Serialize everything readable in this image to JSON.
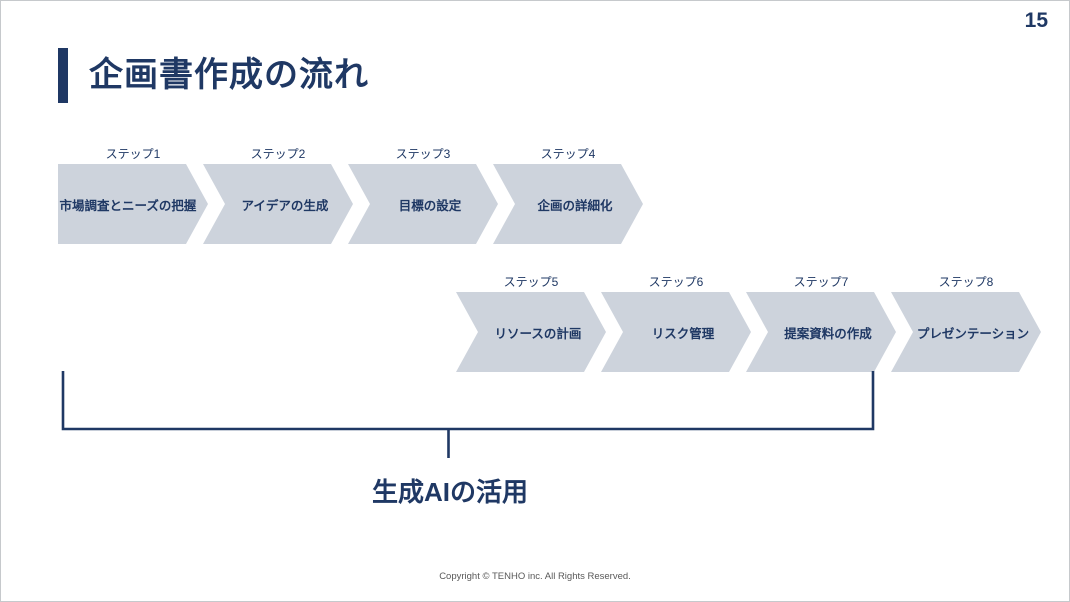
{
  "slide": {
    "page_number": "15",
    "title": "企画書作成の流れ",
    "footer": "Copyright © TENHO inc. All Rights Reserved."
  },
  "flow": {
    "steps": [
      {
        "label": "ステップ1",
        "text": "市場調査とニーズの把握"
      },
      {
        "label": "ステップ2",
        "text": "アイデアの生成"
      },
      {
        "label": "ステップ3",
        "text": "目標の設定"
      },
      {
        "label": "ステップ4",
        "text": "企画の詳細化"
      },
      {
        "label": "ステップ5",
        "text": "リソースの計画"
      },
      {
        "label": "ステップ6",
        "text": "リスク管理"
      },
      {
        "label": "ステップ7",
        "text": "提案資料の作成"
      },
      {
        "label": "ステップ8",
        "text": "プレゼンテーション"
      }
    ]
  },
  "bracket": {
    "label": "生成AIの活用"
  },
  "colors": {
    "accent_navy": "#1f3864",
    "chevron_fill": "#cdd3dc",
    "footer_gray": "#595959",
    "slide_border": "#c6c9cc"
  }
}
